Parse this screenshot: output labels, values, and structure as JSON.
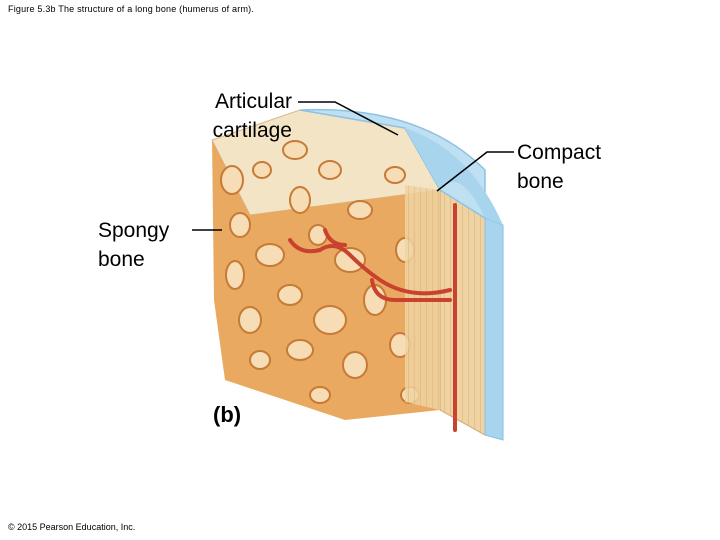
{
  "figure": {
    "caption": "Figure 5.3b The structure of a long bone (humerus of arm).",
    "copyright": "© 2015 Pearson Education, Inc.",
    "panel_label": "(b)"
  },
  "labels": {
    "articular_cartilage": "Articular\ncartilage",
    "compact_bone": "Compact\nbone",
    "spongy_bone": "Spongy\nbone"
  },
  "colors": {
    "spongy_bone": "#e9a960",
    "trabecula_dark": "#c77a35",
    "compact_bone": "#efd6a8",
    "cartilage": "#a9d4ee",
    "blood_vessel": "#c9412f"
  }
}
